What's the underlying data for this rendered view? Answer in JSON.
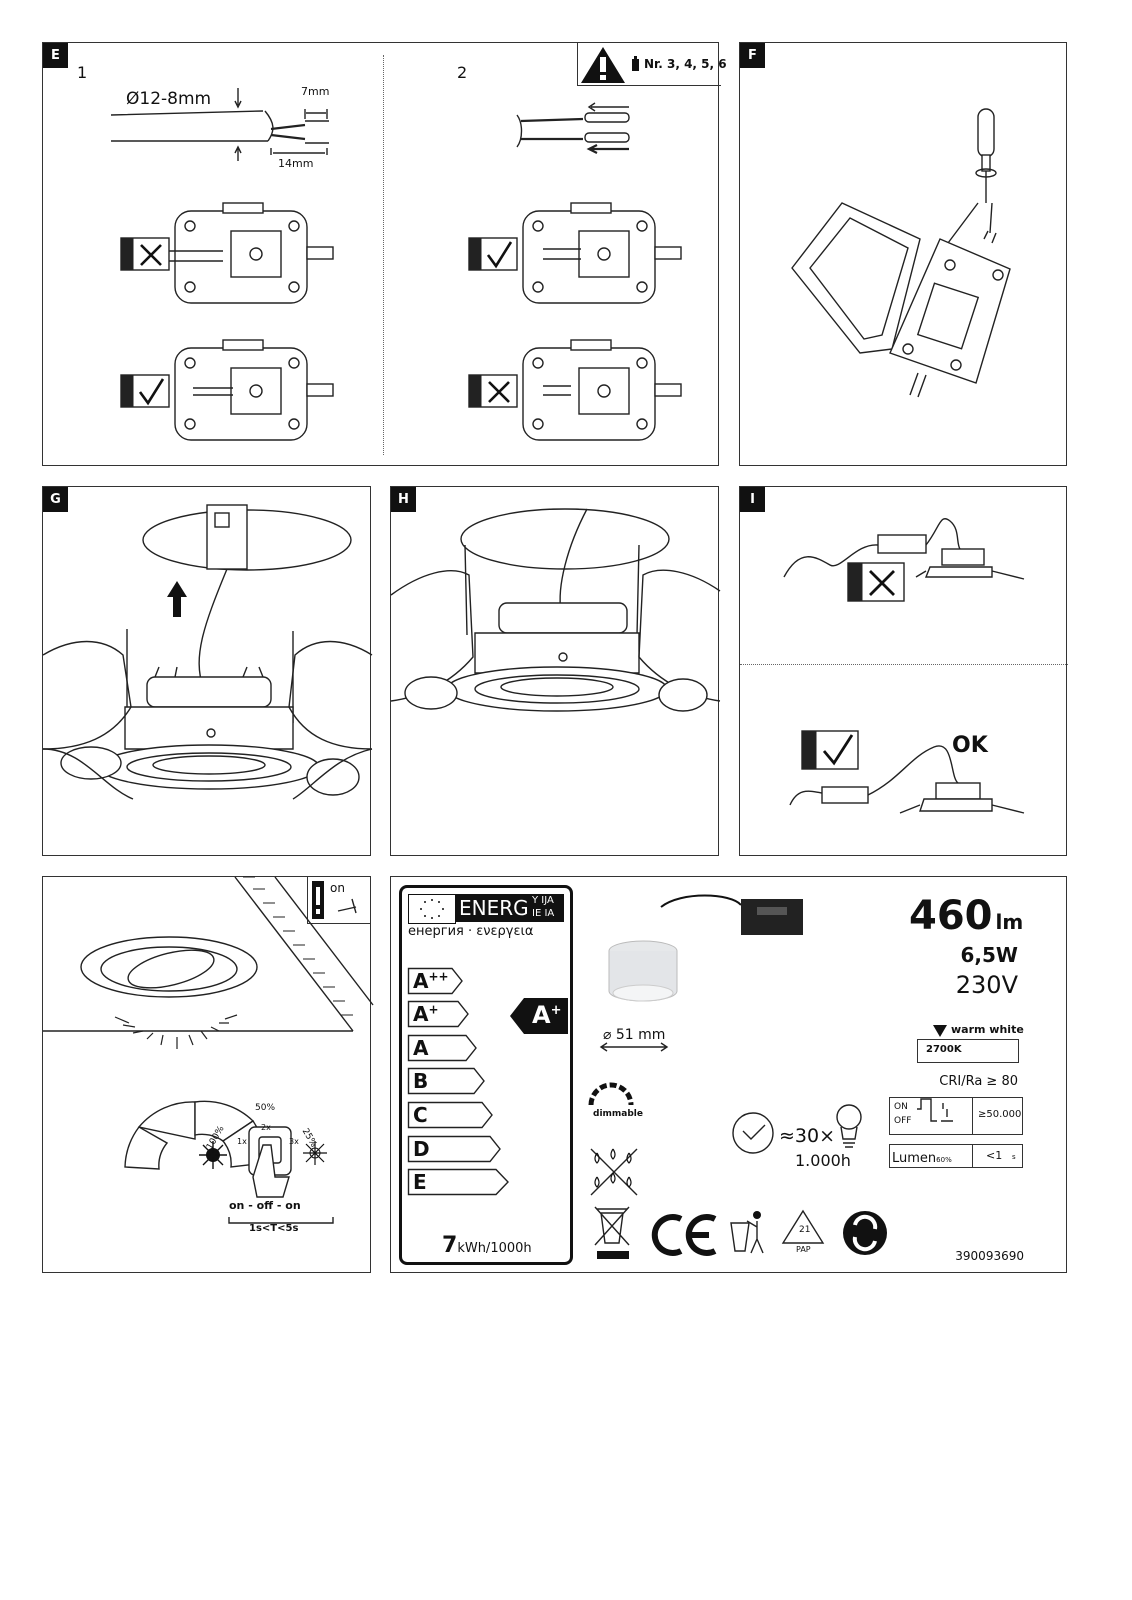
{
  "panel_e": {
    "tag": "E",
    "step1": "1",
    "step2": "2",
    "diameter": "Ø12-8mm",
    "strip7": "7mm",
    "strip14": "14mm",
    "warning_ref": "Nr. 3, 4, 5, 6"
  },
  "panel_f": {
    "tag": "F"
  },
  "panel_g": {
    "tag": "G"
  },
  "panel_h": {
    "tag": "H"
  },
  "panel_i": {
    "tag": "I",
    "ok": "OK"
  },
  "panel_dim": {
    "on_label": "on",
    "pct_50": "50%",
    "pct_100": "100%",
    "pct_25": "25%",
    "x1": "1x",
    "x2": "2x",
    "x3": "3x",
    "sequence": "on - off - on",
    "timing": "1s<T<5s"
  },
  "energy": {
    "title": "ENERG",
    "suffix_top": "Y IJA",
    "suffix_bottom": "IE IA",
    "subtitle": "енергия · ενεργεια",
    "classes": [
      {
        "main": "A",
        "sup": "++"
      },
      {
        "main": "A",
        "sup": "+"
      },
      {
        "main": "A",
        "sup": ""
      },
      {
        "main": "B",
        "sup": ""
      },
      {
        "main": "C",
        "sup": ""
      },
      {
        "main": "D",
        "sup": ""
      },
      {
        "main": "E",
        "sup": ""
      }
    ],
    "rating_main": "A",
    "rating_sup": "+",
    "consumption_value": "7",
    "consumption_unit": "kWh/1000h"
  },
  "product": {
    "lumen_value": "460",
    "lumen_unit": "lm",
    "power": "6,5W",
    "voltage": "230V",
    "color_label": "warm white",
    "color_temp": "2700K",
    "cri": "CRI/Ra ≥ 80",
    "switch_on": "ON",
    "switch_off": "OFF",
    "switch_cycles": "≥50.000",
    "lumen_label": "Lumen",
    "lumen_pct": "60%",
    "lumen_time": "<1",
    "lumen_time_unit": "s",
    "diameter": "⌀ 51 mm",
    "dimmable": "dimmable",
    "life_factor": "≈30×",
    "life_hours": "1.000h",
    "recycle_code": "21",
    "recycle_label": "PAP",
    "article_number": "390093690"
  }
}
